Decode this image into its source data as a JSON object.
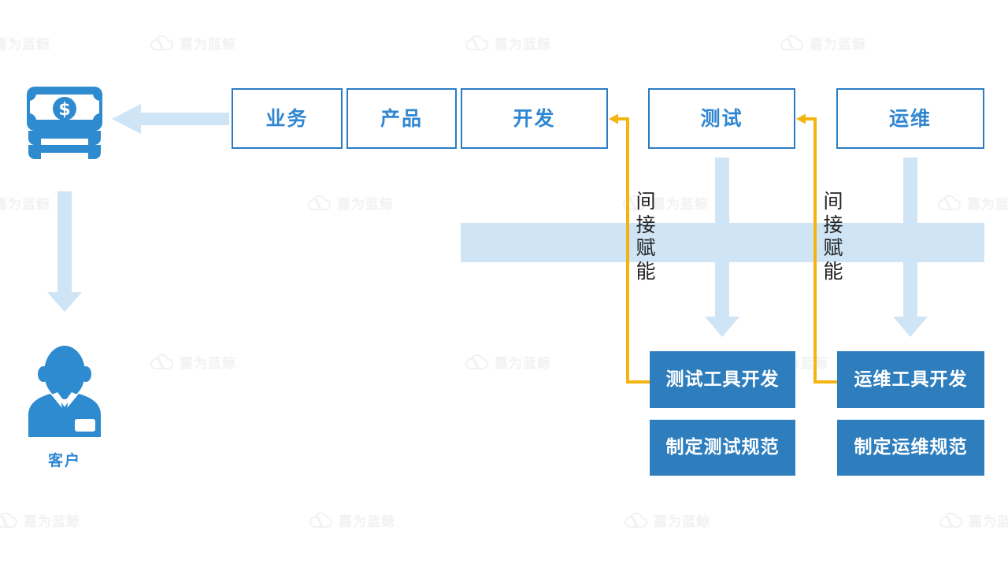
{
  "diagram": {
    "title": "",
    "colors": {
      "outline_blue": "#2b7cc4",
      "label_blue": "#2f86d1",
      "fill_blue": "#2e7ebe",
      "light_blue": "#cfe4f5",
      "orange": "#f5b312",
      "watermark_grey": "#f2f2f2",
      "text_black": "#222222",
      "background": "#ffffff"
    },
    "process_boxes": [
      {
        "id": "business",
        "label": "业务"
      },
      {
        "id": "product",
        "label": "产品"
      },
      {
        "id": "development",
        "label": "开发"
      },
      {
        "id": "testing",
        "label": "测试"
      },
      {
        "id": "operations",
        "label": "运维"
      }
    ],
    "task_boxes": [
      {
        "id": "test-tool-dev",
        "label": "测试工具开发"
      },
      {
        "id": "ops-tool-dev",
        "label": "运维工具开发"
      },
      {
        "id": "test-standard",
        "label": "制定测试规范"
      },
      {
        "id": "ops-standard",
        "label": "制定运维规范"
      }
    ],
    "vertical_labels": [
      {
        "id": "indirect-empower-1",
        "label": "间接赋能"
      },
      {
        "id": "indirect-empower-2",
        "label": "间接赋能"
      }
    ],
    "customer": {
      "label": "客户",
      "money_icon": "money-stack-icon",
      "person_icon": "customer-person-icon"
    },
    "arrows": {
      "money_arrow": "arrow-left-to-money",
      "customer_arrow": "arrow-down-to-customer",
      "enable_arrow_1": "arrow-down-to-test-tool-dev",
      "enable_arrow_2": "arrow-down-to-ops-tool-dev",
      "feedback_arrow_1": "orange-arrow-test-tool-to-development",
      "feedback_arrow_2": "orange-arrow-ops-tool-to-testing"
    },
    "watermark": {
      "text": "嘉为蓝鲸",
      "icon": "cloud-logo-icon"
    }
  }
}
